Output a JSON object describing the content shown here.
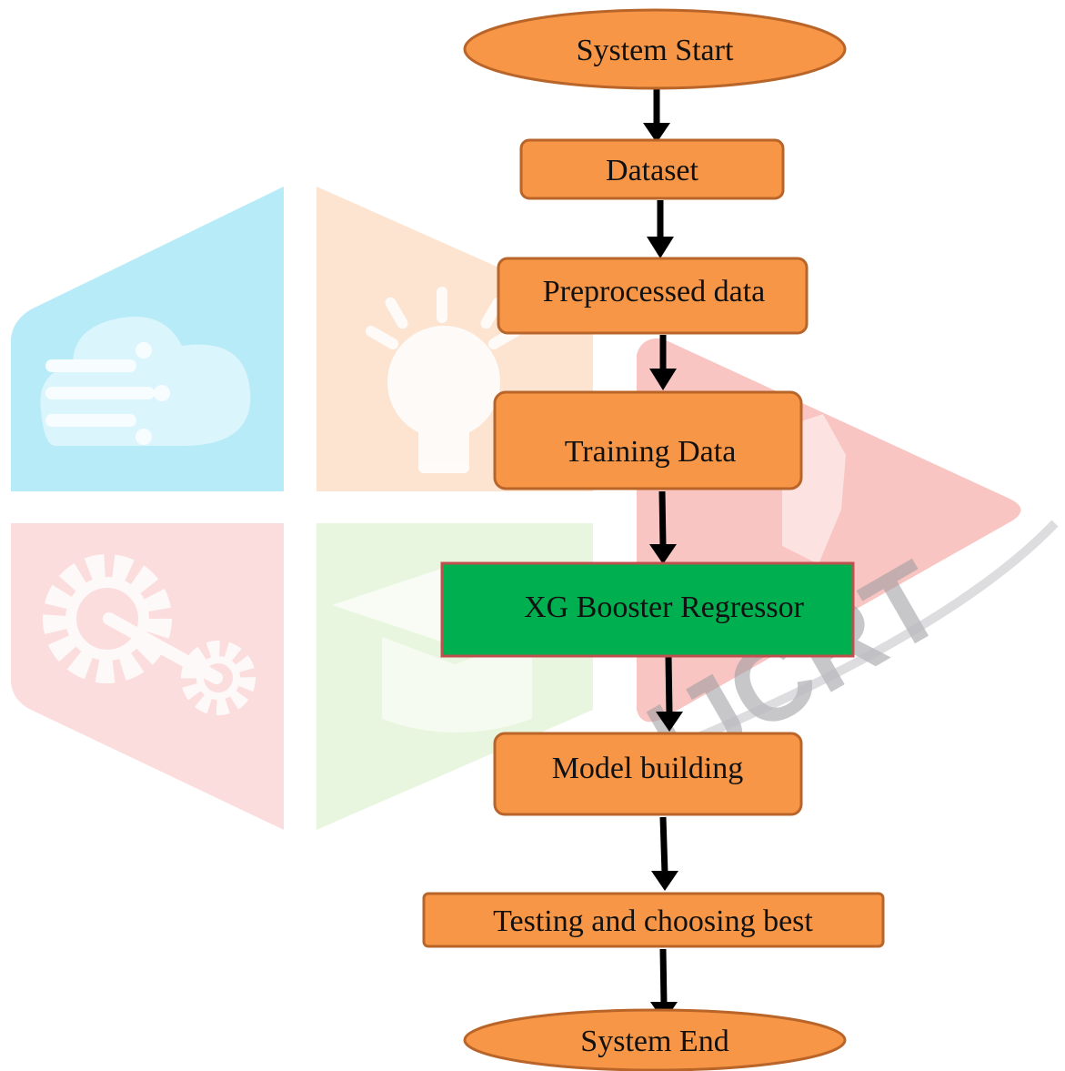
{
  "watermark": {
    "brand": "IJCRT",
    "colors": {
      "cyan": "#5fd3ef",
      "peach": "#f9c39a",
      "pink": "#f59d9d",
      "green": "#c9e9b0",
      "red": "#ef5a4f",
      "brand_text": "#9a9aa0"
    },
    "icons": [
      "cloud-circuit-icon",
      "lightbulb-icon",
      "gears-icon",
      "graduation-cap-icon",
      "play-icon"
    ]
  },
  "flowchart": {
    "colors": {
      "node_fill": "#f79646",
      "node_stroke": "#b9652a",
      "highlight_fill": "#00b050",
      "highlight_stroke": "#c0504d",
      "arrow": "#000000"
    },
    "nodes": [
      {
        "id": "start",
        "shape": "ellipse",
        "label": "System Start"
      },
      {
        "id": "dataset",
        "shape": "rect",
        "label": "Dataset"
      },
      {
        "id": "preprocessed",
        "shape": "rect",
        "label": "Preprocessed data"
      },
      {
        "id": "training",
        "shape": "rect",
        "label": "Training Data"
      },
      {
        "id": "xgboost",
        "shape": "rect",
        "label": "XG Booster Regressor",
        "highlight": true
      },
      {
        "id": "model",
        "shape": "rect",
        "label": "Model building"
      },
      {
        "id": "testing",
        "shape": "rect",
        "label": "Testing and choosing best"
      },
      {
        "id": "end",
        "shape": "ellipse",
        "label": "System End"
      }
    ],
    "edges": [
      {
        "from": "start",
        "to": "dataset"
      },
      {
        "from": "dataset",
        "to": "preprocessed"
      },
      {
        "from": "preprocessed",
        "to": "training"
      },
      {
        "from": "training",
        "to": "xgboost"
      },
      {
        "from": "xgboost",
        "to": "model"
      },
      {
        "from": "model",
        "to": "testing"
      },
      {
        "from": "testing",
        "to": "end"
      }
    ]
  }
}
